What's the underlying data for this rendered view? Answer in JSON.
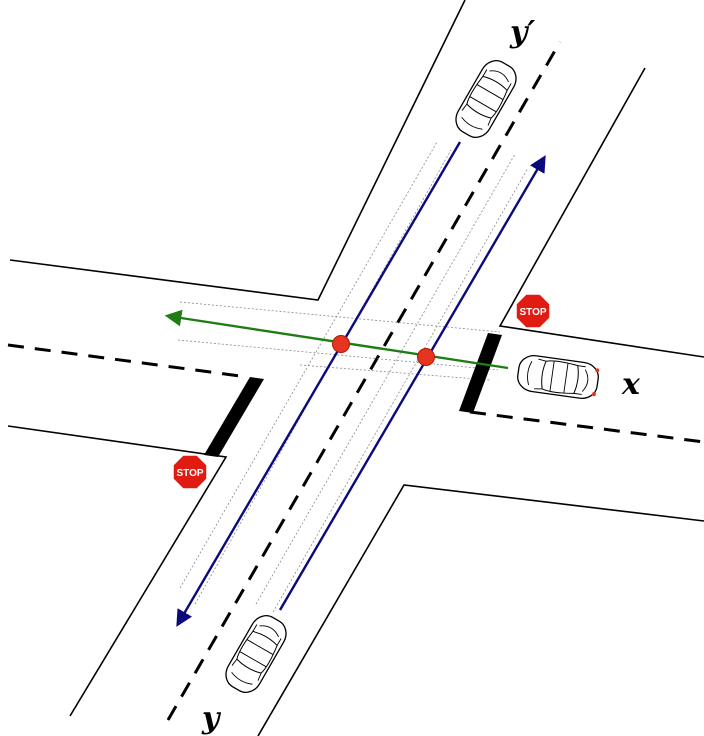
{
  "diagram": {
    "labels": {
      "x_road": "x",
      "y_road_start": "y",
      "y_road_end": "y′"
    },
    "stop_signs": [
      "STOP",
      "STOP"
    ],
    "colors": {
      "through_path_major": "#0a0a7d",
      "crossing_path_minor": "#1e7d14",
      "conflict_point": "#e5341f",
      "stop_sign": "#e01b12"
    },
    "icons": {
      "vehicle": "car-top-view-icon",
      "stop": "stop-sign-icon"
    }
  }
}
